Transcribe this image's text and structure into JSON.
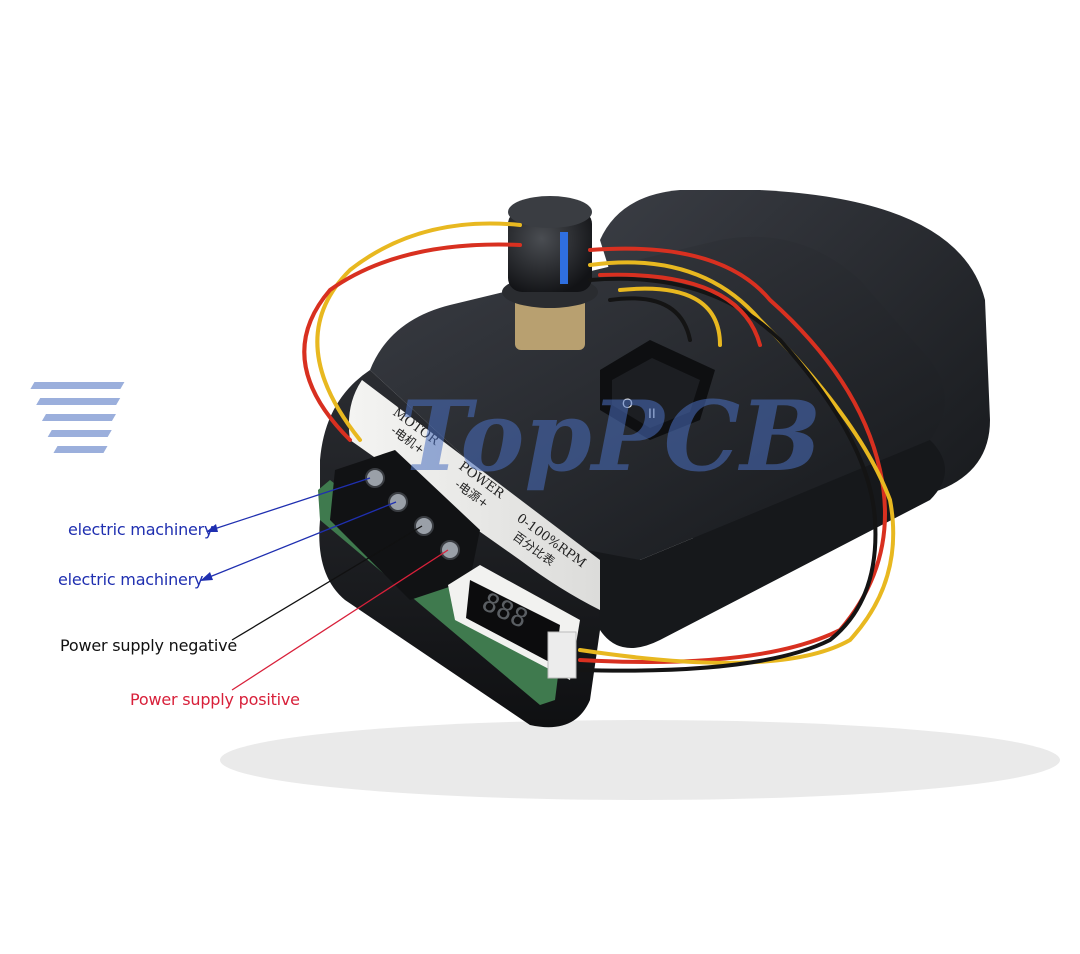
{
  "product": {
    "label_motor_en": "MOTOR",
    "label_motor_cn": "-电机+",
    "label_power_en": "POWER",
    "label_power_cn": "-电源+",
    "label_rpm_en": "0-100%RPM",
    "label_rpm_cn": "百分比表",
    "switch_symbol_off": "O",
    "switch_symbol_on": "II",
    "display_digits": "888"
  },
  "watermark": {
    "text": "TopPCB",
    "color": "#4a6fc0"
  },
  "callouts": [
    {
      "text": "electric machinery",
      "color": "#1f2fb0"
    },
    {
      "text": "electric machinery",
      "color": "#1f2fb0"
    },
    {
      "text": "Power supply negative",
      "color": "#111111"
    },
    {
      "text": "Power supply positive",
      "color": "#d8203a"
    }
  ],
  "colors": {
    "housing": "#1b1d21",
    "wire_red": "#d83020",
    "wire_yellow": "#e8b820",
    "wire_black": "#141414",
    "knob_marker": "#2f6fe0",
    "pcb_green": "#3f7a4e"
  }
}
